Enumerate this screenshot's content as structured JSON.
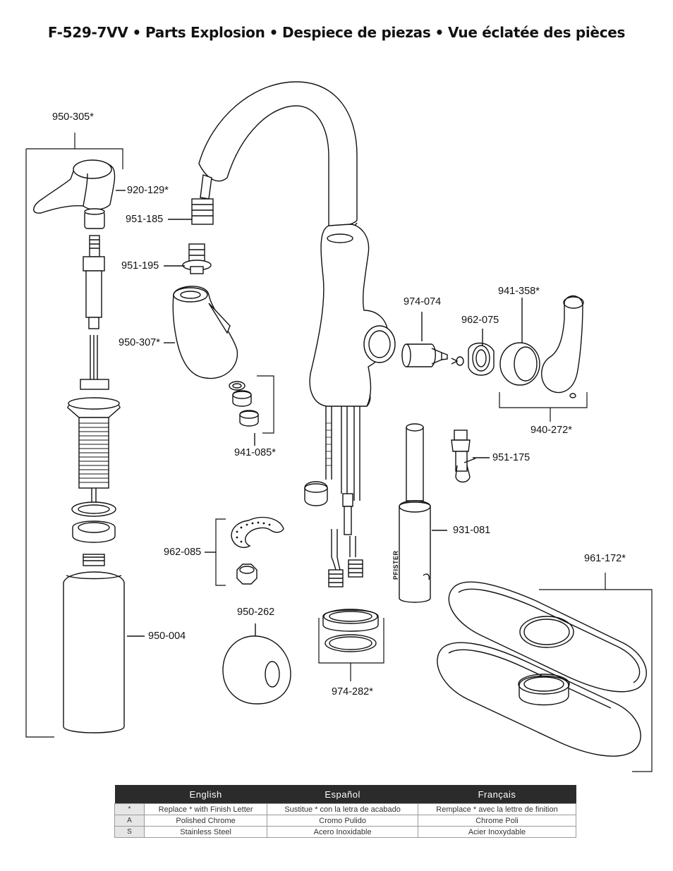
{
  "title": {
    "model": "F-529-7VV",
    "part1": "Parts Explosion",
    "part2": "Despiece de piezas",
    "part3": "Vue éclatée des pièces",
    "separator": "•"
  },
  "parts": {
    "p950_305": "950-305*",
    "p920_129": "920-129*",
    "p951_185": "951-185",
    "p951_195": "951-195",
    "p950_307": "950-307*",
    "p941_085": "941-085*",
    "p974_074": "974-074",
    "p962_075": "962-075",
    "p941_358": "941-358*",
    "p940_272": "940-272*",
    "p951_175": "951-175",
    "p931_081": "931-081",
    "p962_085": "962-085",
    "p961_172": "961-172*",
    "p950_262": "950-262",
    "p950_004": "950-004",
    "p974_282": "974-282*"
  },
  "brand_mark": "PFISTER",
  "legend": {
    "headers": [
      "English",
      "Español",
      "Français"
    ],
    "rows": [
      {
        "key": "*",
        "en": "Replace * with Finish Letter",
        "es": "Sustitue * con la letra de acabado",
        "fr": "Remplace * avec la lettre de finition"
      },
      {
        "key": "A",
        "en": "Polished Chrome",
        "es": "Cromo Pulido",
        "fr": "Chrome Poli"
      },
      {
        "key": "S",
        "en": "Stainless Steel",
        "es": "Acero Inoxidable",
        "fr": "Acier Inoxydable"
      }
    ]
  }
}
